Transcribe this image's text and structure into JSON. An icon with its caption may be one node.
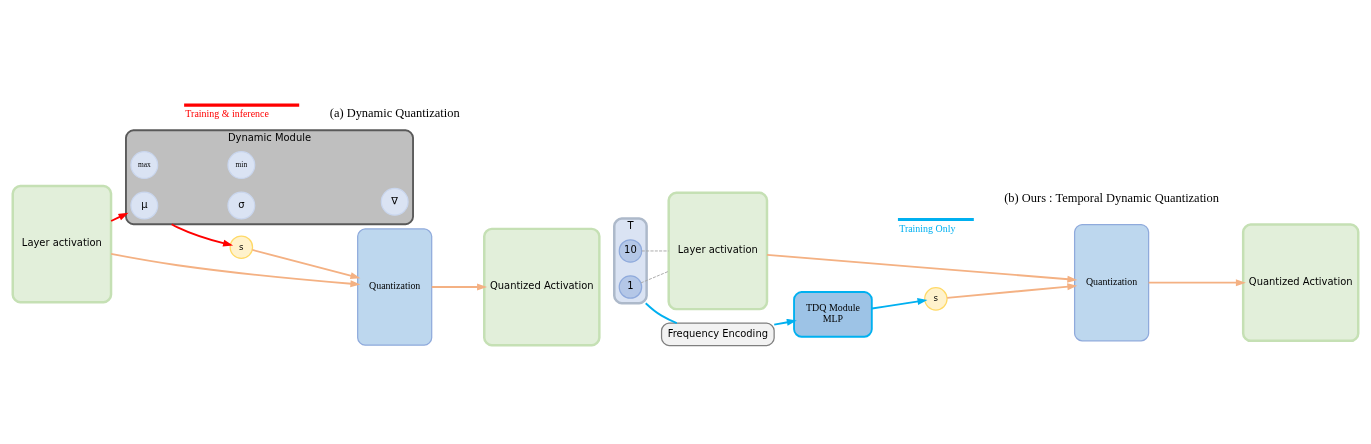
{
  "diagram": {
    "nodes": [
      {
        "text": [
          "Layer activation"
        ]
      },
      {
        "text": [
          "Dynamic Module"
        ]
      },
      {
        "text": [
          "μ"
        ],
        "in": 1
      },
      {
        "text": [
          "σ"
        ],
        "in": 1
      },
      {
        "text": [
          "∇"
        ],
        "in": 1
      },
      {
        "text": [
          "max"
        ],
        "in": 1
      },
      {
        "text": [
          "min"
        ],
        "in": 1
      },
      {
        "text": [
          "s"
        ]
      },
      {
        "text": [
          "Quantization"
        ]
      },
      {
        "text": [
          "Quantized Activation"
        ]
      },
      {
        "text": [
          "T"
        ]
      },
      {
        "text": [
          "1"
        ],
        "in": 10
      },
      {
        "text": [
          "10"
        ],
        "in": 10
      },
      {
        "text": [
          "Layer activation"
        ]
      },
      {
        "text": [
          "Frequency Encoding"
        ]
      },
      {
        "text": [
          "TDQ Module",
          "MLP"
        ]
      },
      {
        "text": [
          "s"
        ]
      },
      {
        "text": [
          "Quantization"
        ]
      },
      {
        "text": [
          "Quantized Activation"
        ]
      }
    ],
    "edges": [
      {
        "from": 0,
        "to": 1,
        "arrow": "to",
        "color": "#ff0000"
      },
      {
        "from": 1,
        "to": 7,
        "arrow": "to",
        "color": "#ff0000"
      },
      {
        "from": 7,
        "to": 8,
        "arrow": "to"
      },
      {
        "from": 0,
        "to": 8,
        "arrow": "to"
      },
      {
        "from": 8,
        "to": 9,
        "arrow": "to"
      },
      {
        "from": 10,
        "to": 14,
        "arrow": "none",
        "color": "#00b0f0"
      },
      {
        "from": 14,
        "to": 15,
        "arrow": "to",
        "color": "#00b0f0"
      },
      {
        "from": 15,
        "to": 16,
        "arrow": "to",
        "color": "#00b0f0"
      },
      {
        "from": 16,
        "to": 17,
        "arrow": "to"
      },
      {
        "from": 13,
        "to": 17,
        "arrow": "to"
      },
      {
        "from": 17,
        "to": 18,
        "arrow": "to"
      },
      {
        "from": 11,
        "to": 13,
        "arrow": "none",
        "style": "dashed",
        "color": "#a6a6a6"
      },
      {
        "from": 12,
        "to": 13,
        "arrow": "none",
        "style": "dashed",
        "color": "#a6a6a6"
      }
    ],
    "labels": [
      "(a) Dynamic Quantization",
      "(b) Ours : Temporal Dynamic Quantization"
    ],
    "legend": [
      {
        "text": "Training & inference"
      },
      {
        "text": "Training Only"
      }
    ]
  }
}
